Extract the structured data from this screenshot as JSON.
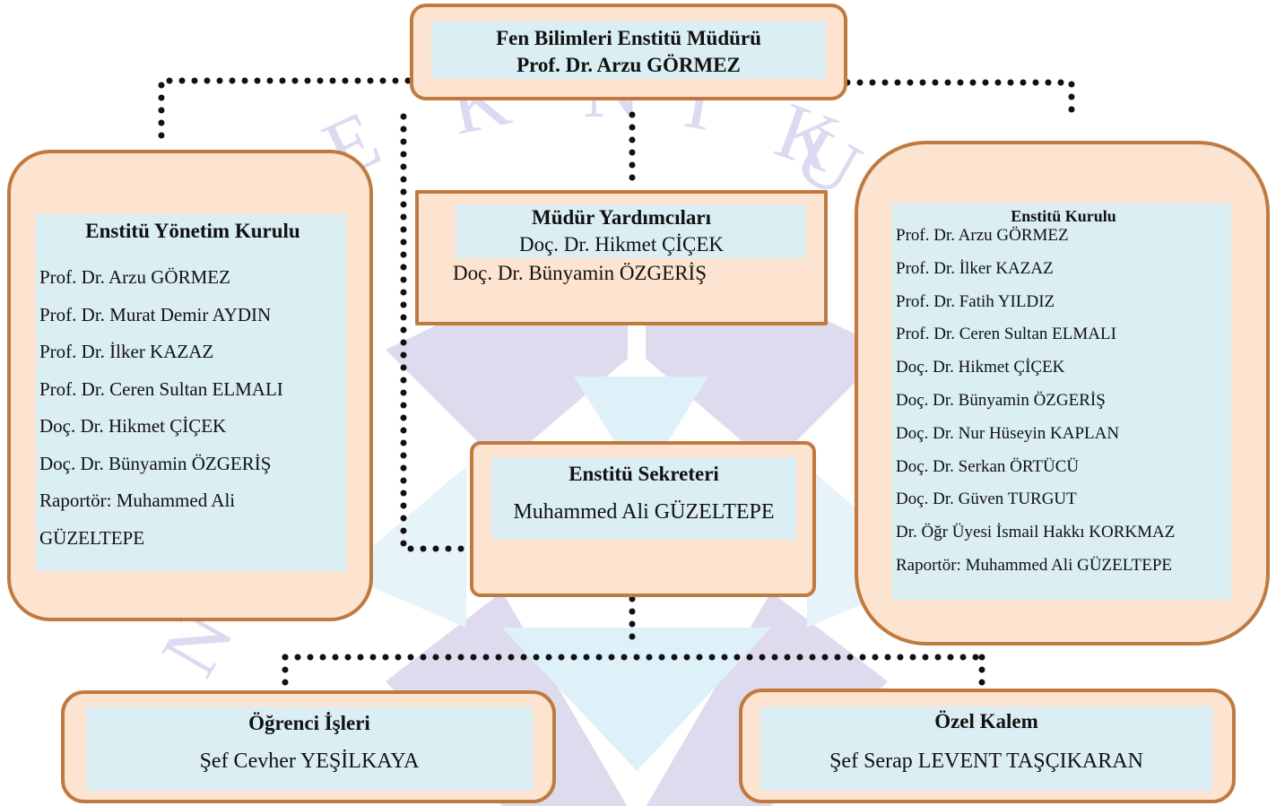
{
  "director": {
    "title": "Fen Bilimleri Enstitü Müdürü",
    "name": "Prof. Dr. Arzu GÖRMEZ"
  },
  "board": {
    "title": "Enstitü Yönetim Kurulu",
    "members": [
      "Prof. Dr. Arzu GÖRMEZ",
      "Prof. Dr. Murat Demir AYDIN",
      "Prof. Dr. İlker KAZAZ",
      "Prof. Dr. Ceren Sultan ELMALI",
      "Doç. Dr. Hikmet ÇİÇEK",
      "Doç. Dr. Bünyamin ÖZGERİŞ",
      "Raportör: Muhammed Ali",
      "GÜZELTEPE"
    ]
  },
  "deputies": {
    "title": "Müdür Yardımcıları",
    "members": [
      "Doç. Dr. Hikmet ÇİÇEK",
      "Doç. Dr. Bünyamin ÖZGERİŞ"
    ]
  },
  "secretary": {
    "title": "Enstitü Sekreteri",
    "name": "Muhammed Ali GÜZELTEPE"
  },
  "council": {
    "title": "Enstitü Kurulu",
    "members": [
      "Prof. Dr. Arzu GÖRMEZ",
      "Prof. Dr. İlker KAZAZ",
      "Prof. Dr. Fatih YILDIZ",
      "Prof. Dr. Ceren Sultan ELMALI",
      "Doç. Dr. Hikmet ÇİÇEK",
      "Doç. Dr. Bünyamin ÖZGERİŞ",
      "Doç. Dr. Nur Hüseyin KAPLAN",
      "Doç. Dr. Serkan ÖRTÜCÜ",
      "Doç. Dr. Güven TURGUT",
      "Dr. Öğr Üyesi İsmail Hakkı KORKMAZ",
      "Raportör: Muhammed Ali GÜZELTEPE"
    ]
  },
  "student_affairs": {
    "title": "Öğrenci İşleri",
    "name": "Şef Cevher YEŞİLKAYA"
  },
  "private_office": {
    "title": "Özel Kalem",
    "name": "Şef Serap LEVENT TAŞÇIKARAN"
  },
  "colors": {
    "box_fill": "#fce4d0",
    "box_border": "#c07a3f",
    "inner_fill": "#daeef3",
    "connector": "#111111",
    "watermark_purple": "#d9d6ec",
    "watermark_blue": "#d6eef6"
  }
}
